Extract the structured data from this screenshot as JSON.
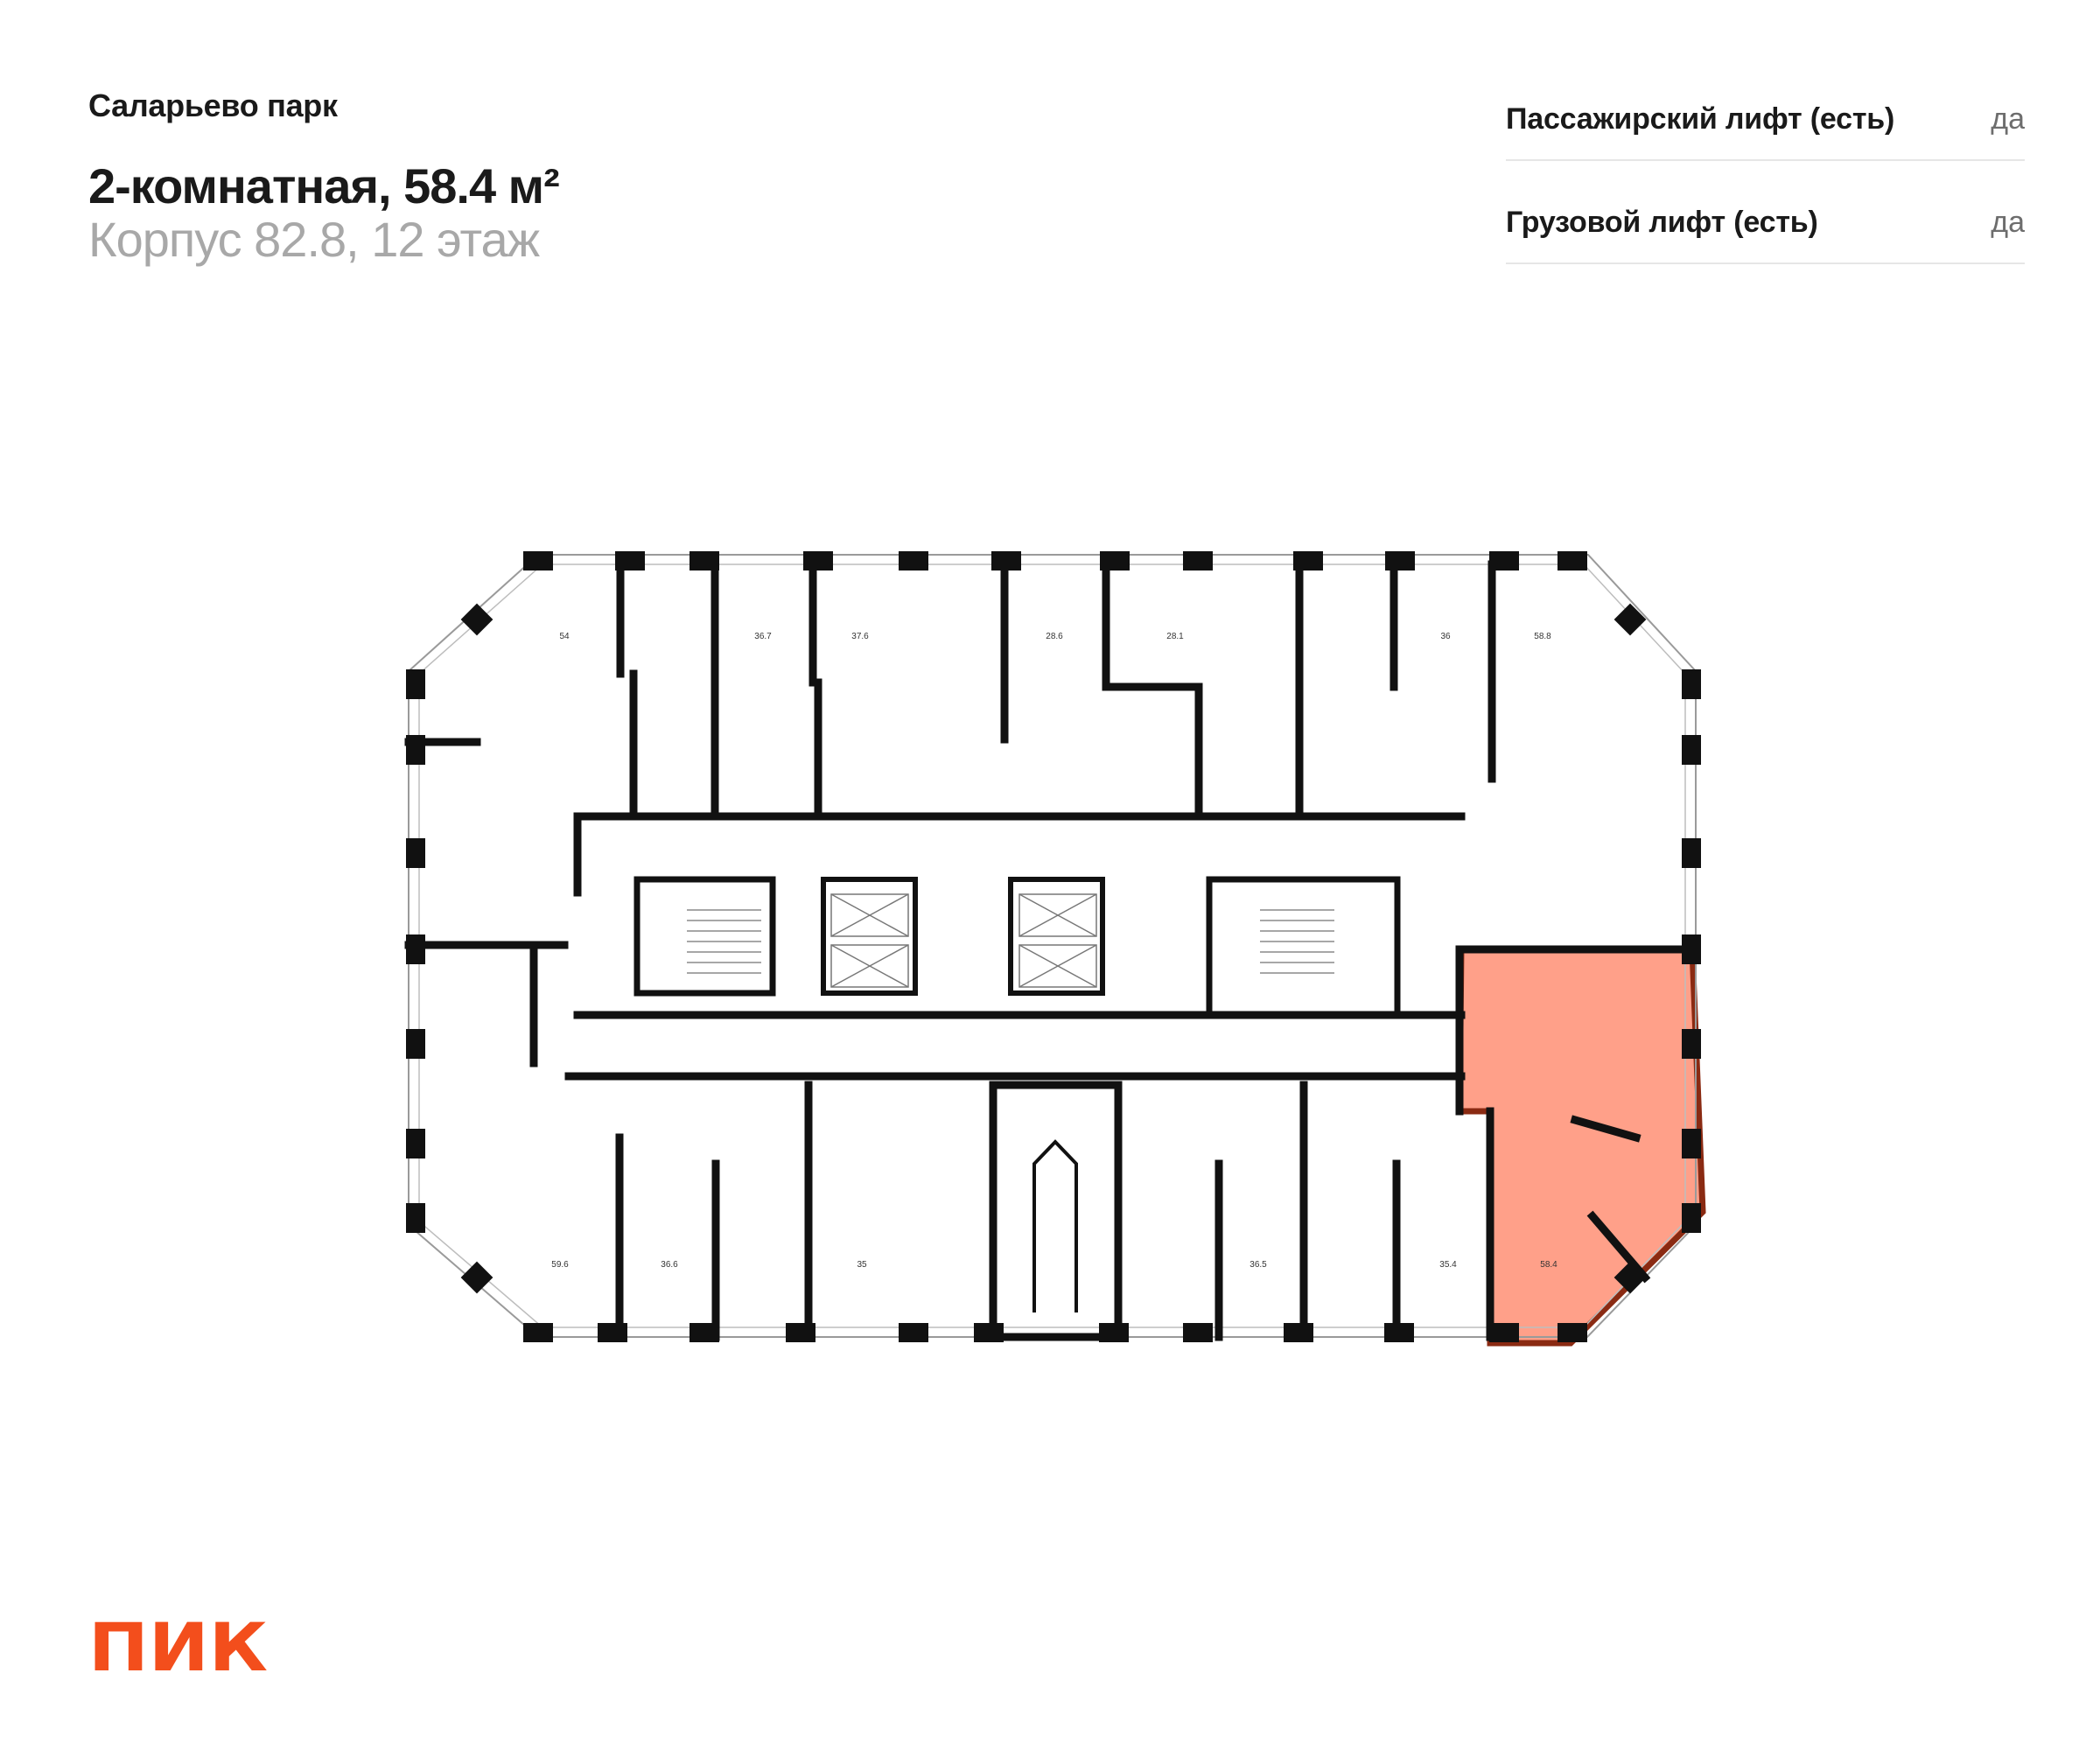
{
  "header": {
    "project": "Саларьево парк",
    "flat_title": "2-комнатная, 58.4 м²",
    "flat_subtitle": "Корпус 82.8, 12 этаж"
  },
  "specs": [
    {
      "label": "Пассажирский лифт (есть)",
      "value": "да"
    },
    {
      "label": "Грузовой лифт (есть)",
      "value": "да"
    }
  ],
  "plan": {
    "units_top": [
      "54",
      "36.7",
      "37.6",
      "28.6",
      "28.1",
      "36",
      "58.8"
    ],
    "units_bottom": [
      "59.6",
      "36.6",
      "35",
      "36.5",
      "35.4",
      "58.4"
    ],
    "highlighted_unit": "58.4",
    "highlight_color": "#ff7b5c"
  },
  "brand": {
    "logo": "ПИК",
    "color": "#f34e1c"
  }
}
